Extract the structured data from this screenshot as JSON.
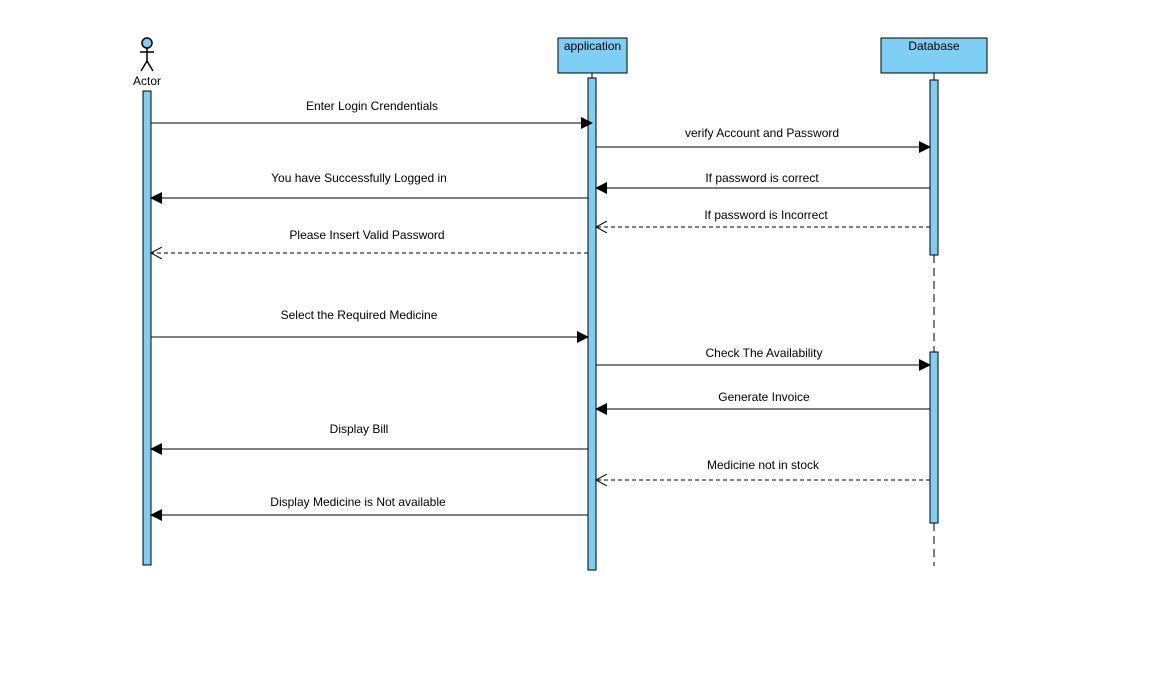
{
  "colors": {
    "fill": "#7fcff5",
    "stroke": "#000000",
    "background": "#ffffff"
  },
  "participants": {
    "actor": {
      "label": "Actor",
      "type": "actor"
    },
    "app": {
      "label": "application",
      "type": "object"
    },
    "db": {
      "label": "Database",
      "type": "object"
    }
  },
  "messages": [
    {
      "id": "m1",
      "from": "actor",
      "to": "app",
      "label": "Enter Login Crendentials",
      "kind": "sync"
    },
    {
      "id": "m2",
      "from": "app",
      "to": "db",
      "label": "verify Account and Password",
      "kind": "sync"
    },
    {
      "id": "m3",
      "from": "db",
      "to": "app",
      "label": "If password is correct",
      "kind": "sync"
    },
    {
      "id": "m4",
      "from": "app",
      "to": "actor",
      "label": "You have Successfully Logged in",
      "kind": "sync"
    },
    {
      "id": "m5",
      "from": "db",
      "to": "app",
      "label": "If password is Incorrect",
      "kind": "return"
    },
    {
      "id": "m6",
      "from": "app",
      "to": "actor",
      "label": "Please Insert Valid Password",
      "kind": "return"
    },
    {
      "id": "m7",
      "from": "actor",
      "to": "app",
      "label": "Select the Required Medicine",
      "kind": "sync"
    },
    {
      "id": "m8",
      "from": "app",
      "to": "db",
      "label": "Check The Availability",
      "kind": "sync"
    },
    {
      "id": "m9",
      "from": "db",
      "to": "app",
      "label": "Generate Invoice",
      "kind": "sync"
    },
    {
      "id": "m10",
      "from": "app",
      "to": "actor",
      "label": "Display Bill",
      "kind": "sync"
    },
    {
      "id": "m11",
      "from": "db",
      "to": "app",
      "label": "Medicine not in stock",
      "kind": "return"
    },
    {
      "id": "m12",
      "from": "app",
      "to": "actor",
      "label": "Display Medicine is Not available",
      "kind": "return"
    }
  ]
}
